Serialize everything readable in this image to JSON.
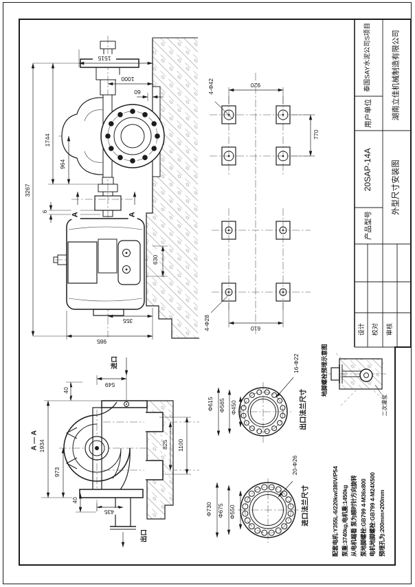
{
  "title_block": {
    "customer_label": "用户单位",
    "customer_value": "泰国SAY水泥公司S项目",
    "company": "湖南立佳机械制造有限公司",
    "model_label": "产品型号",
    "model_value": "20SAP-14A",
    "drawing_title": "外型尺寸安装图",
    "sign_design": "设计",
    "sign_check": "校对",
    "sign_audit": "审核"
  },
  "elevation": {
    "dim_1515": "1515",
    "dim_1000": "1000",
    "dim_60": "60",
    "dim_1744": "1744",
    "dim_964": "964",
    "dim_3267": "3267",
    "dim_6": "6",
    "dim_630": "630",
    "dim_355": "355",
    "dim_985": "985",
    "section_a_left": "A",
    "section_a_right": "A"
  },
  "plan": {
    "label_motor_bolts": "4-Φ42",
    "dim_920": "920",
    "dim_770": "770",
    "label_pump_bolts": "4-Φ28",
    "dim_610": "610"
  },
  "section": {
    "view_label": "A — A",
    "inlet_label": "进口",
    "outlet_label": "出口",
    "dim_549": "549",
    "dim_40_top": "40",
    "dim_1934": "1934",
    "dim_973": "973",
    "dim_825": "825",
    "dim_1100": "1100",
    "dim_435": "435",
    "dim_40_bottom": "40"
  },
  "outlet_flange": {
    "holes": "16-Φ22",
    "dia_outer": "Φ615",
    "dia_bolt": "Φ565",
    "dia_inner": "Φ450",
    "caption": "出口法兰尺寸"
  },
  "inlet_flange": {
    "holes": "20-Φ26",
    "dia_outer": "Φ730",
    "dia_bolt": "Φ675",
    "dia_inner": "Φ550",
    "caption": "进口法兰尺寸"
  },
  "anchor_detail": {
    "caption": "地脚螺栓预埋示意图",
    "grout_label": "二次灌浆"
  },
  "notes": [
    "配套电机:Y355L-6/220kw/380V/P54",
    "泵重:3740kg,电机重:1450kg",
    "从电机端看 泵为顺时针方向旋转",
    "泵地脚螺栓:GB799 4-M36x800",
    "电机地脚螺栓:GB799 4-M24X500",
    "预埋孔为:200mm×200mm"
  ],
  "colors": {
    "line": "#1c1c1c",
    "paper": "#ffffff"
  }
}
